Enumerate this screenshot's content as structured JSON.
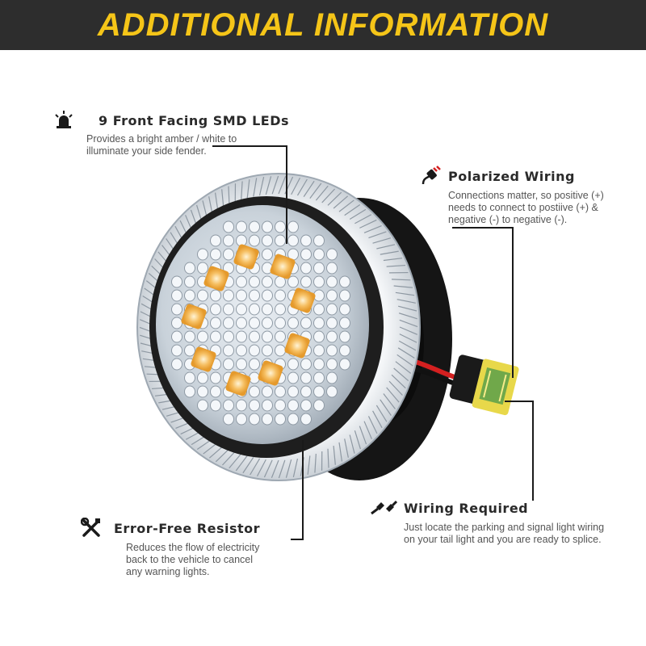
{
  "banner": {
    "title": "ADDITIONAL INFORMATION"
  },
  "features": [
    {
      "title": "9 Front Facing SMD LEDs",
      "description": "Provides a bright amber / white to\nilluminate your side fender.",
      "icon": "beacon-light-icon"
    },
    {
      "title": "Polarized Wiring",
      "description": "Connections matter, so positive (+)\nneeds to connect to postiive (+) &\nnegative (-) to negative (-).",
      "icon": "plug-connector-icon"
    },
    {
      "title": "Error-Free Resistor",
      "description": "Reduces the flow of electricity\nback to the vehicle to cancel\nany warning lights.",
      "icon": "wrench-screwdriver-icon"
    },
    {
      "title": "Wiring Required",
      "description": "Just locate the parking and signal light wiring\non your tail light and you are ready to splice.",
      "icon": "wire-splice-icon"
    }
  ],
  "colors": {
    "banner_background": "#2d2d2d",
    "banner_text": "#f5c518",
    "amber_led": "#f2a93b",
    "connector_yellow": "#e8d84a",
    "wire_red": "#d42020"
  }
}
